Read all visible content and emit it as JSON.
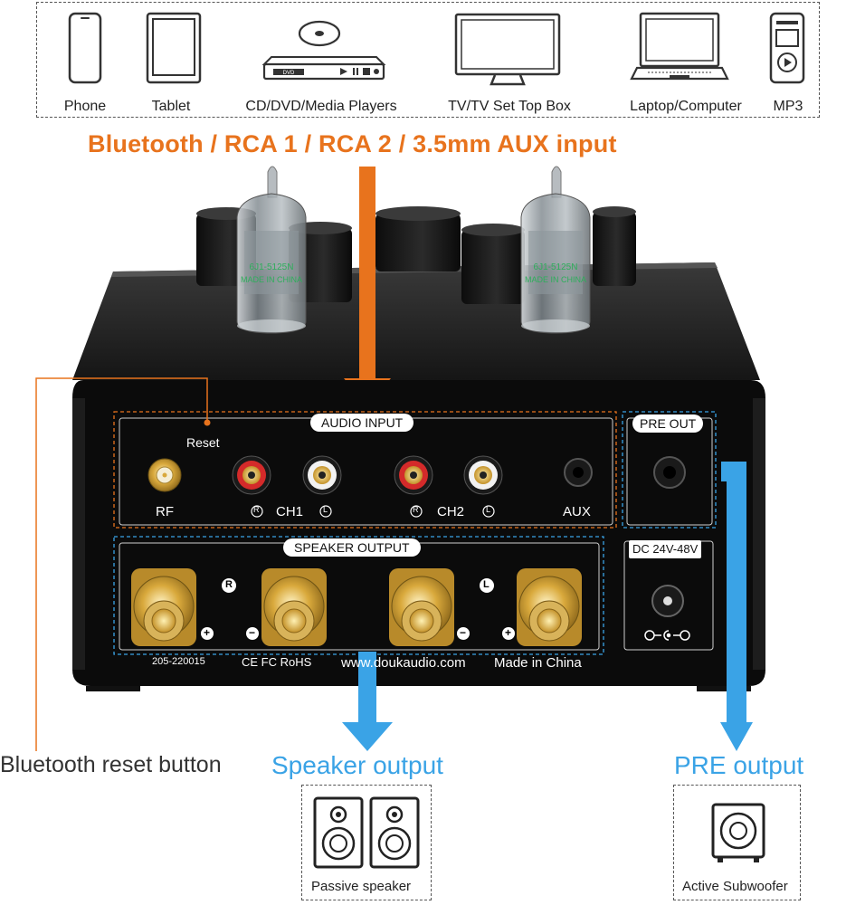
{
  "devices": [
    {
      "label": "Phone",
      "icon": "phone-icon"
    },
    {
      "label": "Tablet",
      "icon": "tablet-icon"
    },
    {
      "label": "CD/DVD/Media Players",
      "icon": "dvd-player-icon"
    },
    {
      "label": "TV/TV Set Top Box",
      "icon": "tv-icon"
    },
    {
      "label": "Laptop/Computer",
      "icon": "laptop-icon"
    },
    {
      "label": "MP3",
      "icon": "mp3-player-icon"
    }
  ],
  "dvd_text": "DVD",
  "input_title": "Bluetooth / RCA 1 / RCA 2 / 3.5mm AUX input",
  "tube_text": {
    "line1": "6J1-5125N",
    "line2": "MADE IN CHINA"
  },
  "panel": {
    "audio_input_label": "AUDIO INPUT",
    "reset_label": "Reset",
    "rf_label": "RF",
    "ch1_label": "CH1",
    "ch2_label": "CH2",
    "r_mark": "R",
    "l_mark": "L",
    "aux_label": "AUX",
    "pre_out_label": "PRE OUT",
    "speaker_output_label": "SPEAKER OUTPUT",
    "dc_label": "DC 24V-48V",
    "plus": "+",
    "minus": "−",
    "cert_code": "205-220015",
    "cert_marks": "CE FC RoHS",
    "website": "www.doukaudio.com",
    "made_in": "Made in China"
  },
  "callouts": {
    "reset": "Bluetooth reset button",
    "speaker": "Speaker output",
    "pre": "PRE output"
  },
  "outputs": {
    "passive": "Passive speaker",
    "subwoofer": "Active Subwoofer"
  },
  "colors": {
    "orange": "#e8731d",
    "blue": "#3aa3e6",
    "panel": "#0b0b0b",
    "gold": "#d9a93c"
  }
}
